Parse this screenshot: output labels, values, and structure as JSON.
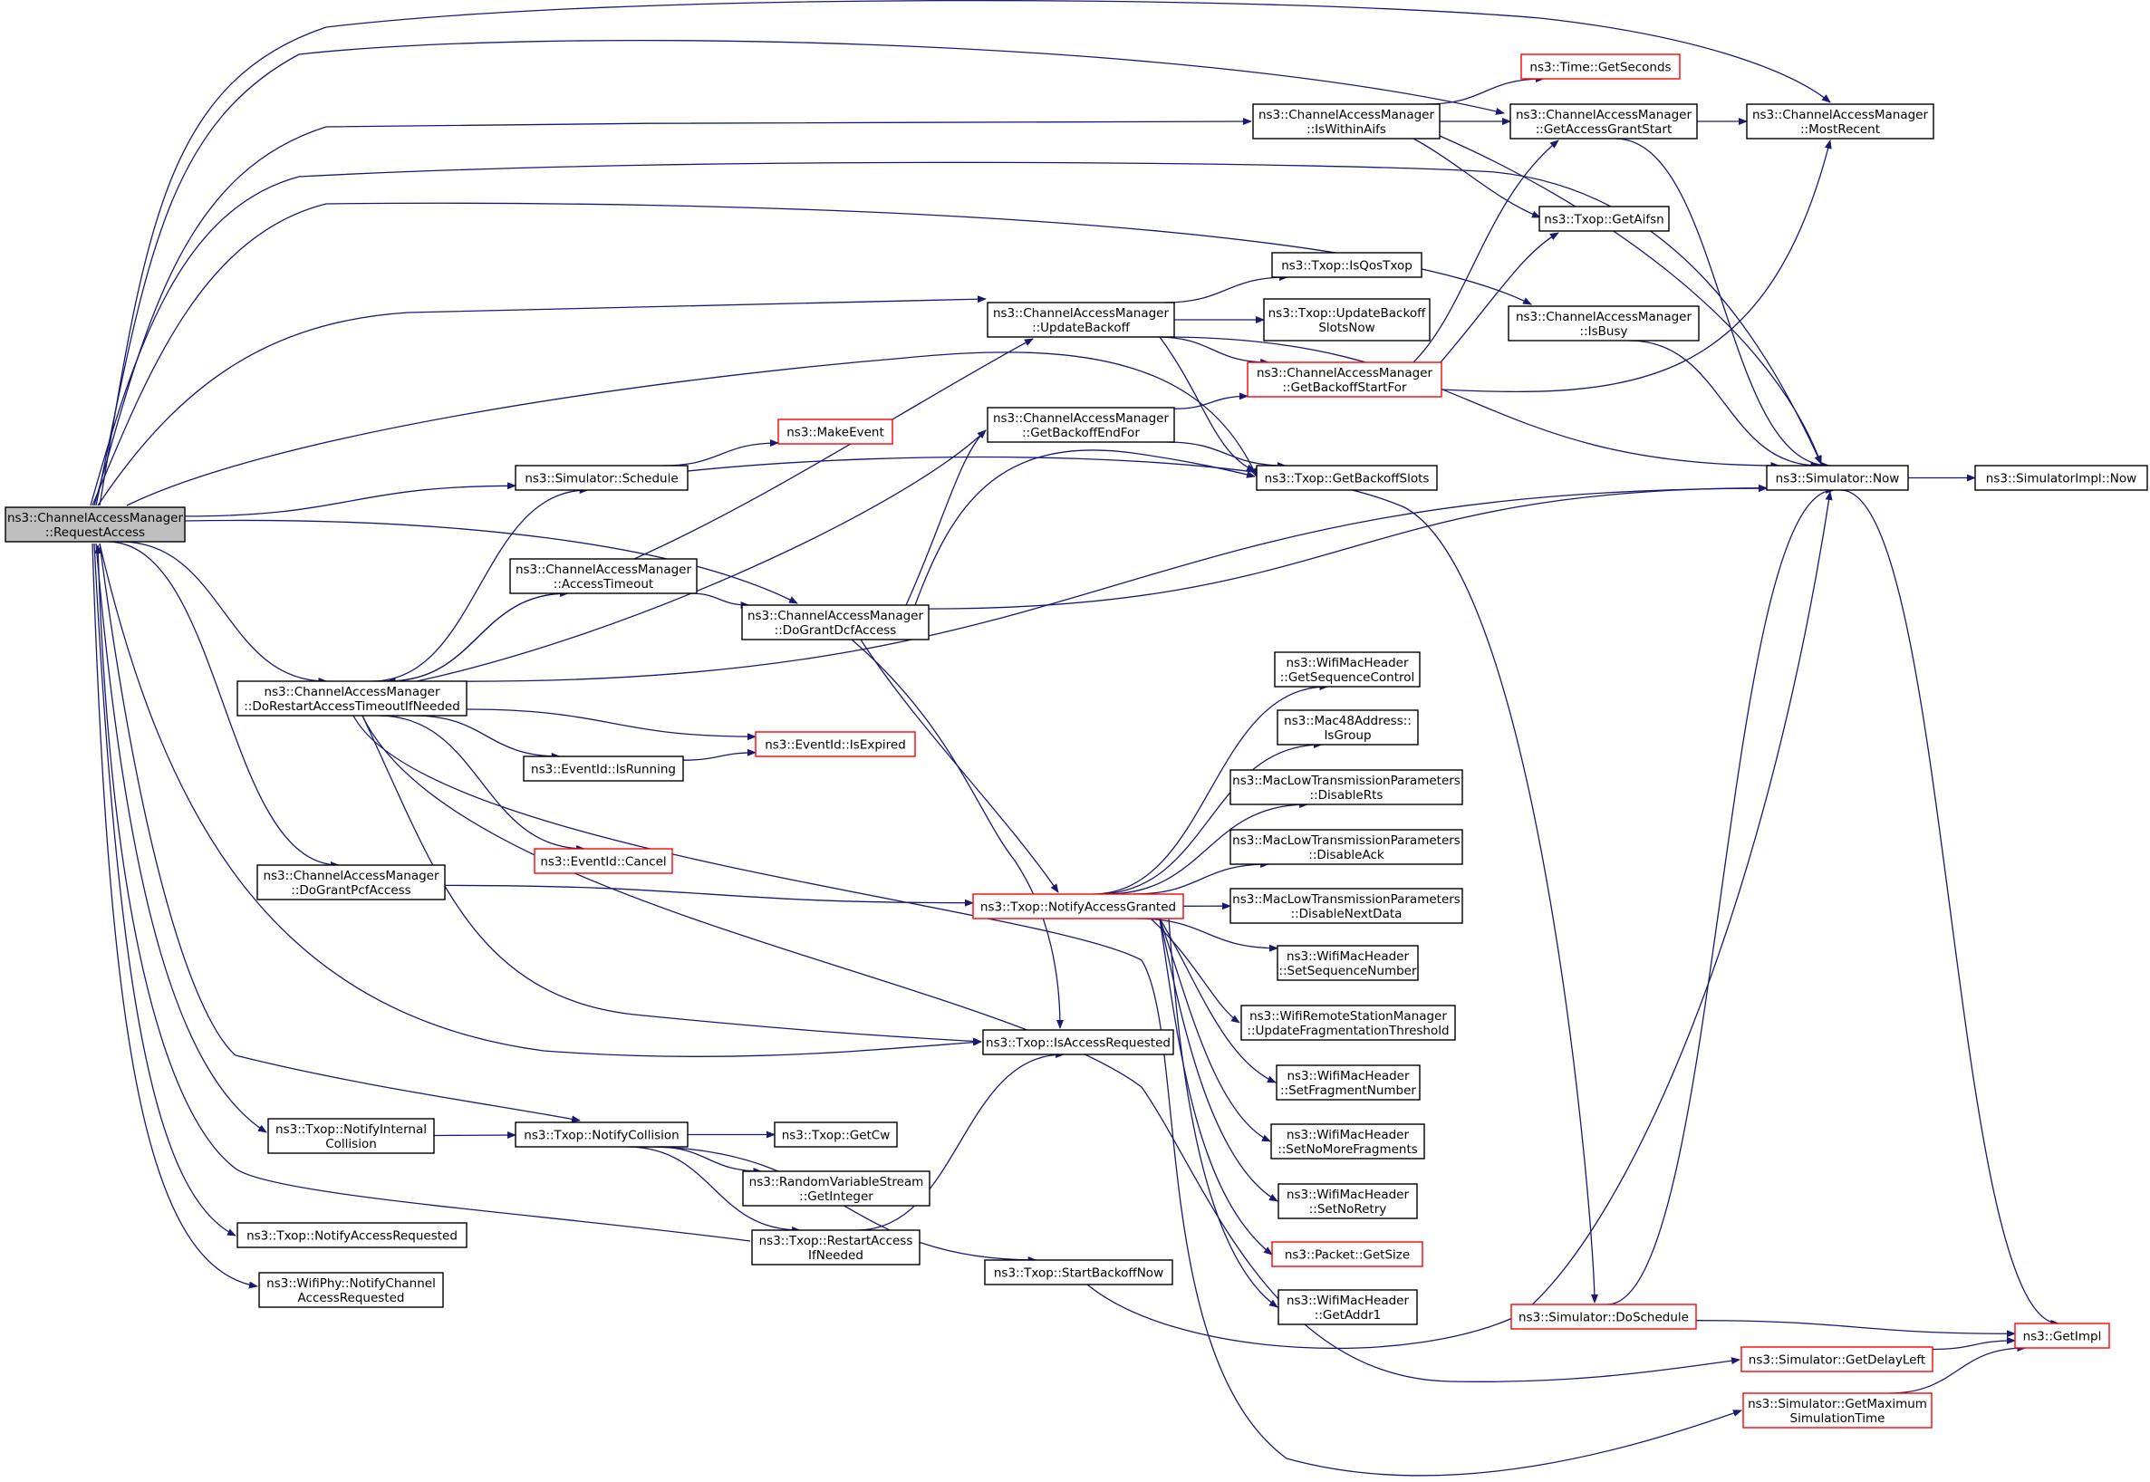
{
  "colors": {
    "edge": "#191970",
    "node_border_normal": "#000000",
    "node_border_truncated": "#ff0000",
    "node_fill_root": "#bfbfbf",
    "node_fill": "#ffffff"
  },
  "nodes": [
    {
      "id": "request_access",
      "lines": [
        "ns3::ChannelAccessManager",
        "::RequestAccess"
      ],
      "style": "root"
    },
    {
      "id": "is_within_aifs",
      "lines": [
        "ns3::ChannelAccessManager",
        "::IsWithinAifs"
      ],
      "style": "normal"
    },
    {
      "id": "time_getseconds",
      "lines": [
        "ns3::Time::GetSeconds"
      ],
      "style": "truncated"
    },
    {
      "id": "get_access_grant_start",
      "lines": [
        "ns3::ChannelAccessManager",
        "::GetAccessGrantStart"
      ],
      "style": "normal"
    },
    {
      "id": "most_recent",
      "lines": [
        "ns3::ChannelAccessManager",
        "::MostRecent"
      ],
      "style": "normal"
    },
    {
      "id": "txop_getaifsn",
      "lines": [
        "ns3::Txop::GetAifsn"
      ],
      "style": "normal"
    },
    {
      "id": "txop_isqostxop",
      "lines": [
        "ns3::Txop::IsQosTxop"
      ],
      "style": "normal"
    },
    {
      "id": "update_backoff",
      "lines": [
        "ns3::ChannelAccessManager",
        "::UpdateBackoff"
      ],
      "style": "normal"
    },
    {
      "id": "txop_update_backoff_slots_now",
      "lines": [
        "ns3::Txop::UpdateBackoff",
        "SlotsNow"
      ],
      "style": "normal"
    },
    {
      "id": "is_busy",
      "lines": [
        "ns3::ChannelAccessManager",
        "::IsBusy"
      ],
      "style": "normal"
    },
    {
      "id": "get_backoff_start_for",
      "lines": [
        "ns3::ChannelAccessManager",
        "::GetBackoffStartFor"
      ],
      "style": "truncated"
    },
    {
      "id": "get_backoff_end_for",
      "lines": [
        "ns3::ChannelAccessManager",
        "::GetBackoffEndFor"
      ],
      "style": "normal"
    },
    {
      "id": "make_event",
      "lines": [
        "ns3::MakeEvent"
      ],
      "style": "truncated"
    },
    {
      "id": "simulator_schedule",
      "lines": [
        "ns3::Simulator::Schedule"
      ],
      "style": "normal"
    },
    {
      "id": "txop_get_backoff_slots",
      "lines": [
        "ns3::Txop::GetBackoffSlots"
      ],
      "style": "normal"
    },
    {
      "id": "simulator_now",
      "lines": [
        "ns3::Simulator::Now"
      ],
      "style": "normal"
    },
    {
      "id": "simulatorimpl_now",
      "lines": [
        "ns3::SimulatorImpl::Now"
      ],
      "style": "normal"
    },
    {
      "id": "access_timeout",
      "lines": [
        "ns3::ChannelAccessManager",
        "::AccessTimeout"
      ],
      "style": "normal"
    },
    {
      "id": "do_grant_dcf_access",
      "lines": [
        "ns3::ChannelAccessManager",
        "::DoGrantDcfAccess"
      ],
      "style": "normal"
    },
    {
      "id": "do_restart_access_timeout",
      "lines": [
        "ns3::ChannelAccessManager",
        "::DoRestartAccessTimeoutIfNeeded"
      ],
      "style": "normal"
    },
    {
      "id": "wifimacheader_get_sequence_control",
      "lines": [
        "ns3::WifiMacHeader",
        "::GetSequenceControl"
      ],
      "style": "normal"
    },
    {
      "id": "mac48_is_group",
      "lines": [
        "ns3::Mac48Address::",
        "IsGroup"
      ],
      "style": "normal"
    },
    {
      "id": "eventid_isexpired",
      "lines": [
        "ns3::EventId::IsExpired"
      ],
      "style": "truncated"
    },
    {
      "id": "eventid_isrunning",
      "lines": [
        "ns3::EventId::IsRunning"
      ],
      "style": "normal"
    },
    {
      "id": "maclow_disable_rts",
      "lines": [
        "ns3::MacLowTransmissionParameters",
        "::DisableRts"
      ],
      "style": "normal"
    },
    {
      "id": "eventid_cancel",
      "lines": [
        "ns3::EventId::Cancel"
      ],
      "style": "truncated"
    },
    {
      "id": "maclow_disable_ack",
      "lines": [
        "ns3::MacLowTransmissionParameters",
        "::DisableAck"
      ],
      "style": "normal"
    },
    {
      "id": "do_grant_pcf_access",
      "lines": [
        "ns3::ChannelAccessManager",
        "::DoGrantPcfAccess"
      ],
      "style": "normal"
    },
    {
      "id": "txop_notify_access_granted",
      "lines": [
        "ns3::Txop::NotifyAccessGranted"
      ],
      "style": "truncated"
    },
    {
      "id": "maclow_disable_next_data",
      "lines": [
        "ns3::MacLowTransmissionParameters",
        "::DisableNextData"
      ],
      "style": "normal"
    },
    {
      "id": "wifimacheader_set_sequence_number",
      "lines": [
        "ns3::WifiMacHeader",
        "::SetSequenceNumber"
      ],
      "style": "normal"
    },
    {
      "id": "wifiremote_update_frag",
      "lines": [
        "ns3::WifiRemoteStationManager",
        "::UpdateFragmentationThreshold"
      ],
      "style": "normal"
    },
    {
      "id": "txop_is_access_requested",
      "lines": [
        "ns3::Txop::IsAccessRequested"
      ],
      "style": "normal"
    },
    {
      "id": "wifimacheader_set_fragment_number",
      "lines": [
        "ns3::WifiMacHeader",
        "::SetFragmentNumber"
      ],
      "style": "normal"
    },
    {
      "id": "txop_notify_internal_collision",
      "lines": [
        "ns3::Txop::NotifyInternal",
        "Collision"
      ],
      "style": "normal"
    },
    {
      "id": "txop_notify_collision",
      "lines": [
        "ns3::Txop::NotifyCollision"
      ],
      "style": "normal"
    },
    {
      "id": "txop_getcw",
      "lines": [
        "ns3::Txop::GetCw"
      ],
      "style": "normal"
    },
    {
      "id": "wifimacheader_set_no_more_fragments",
      "lines": [
        "ns3::WifiMacHeader",
        "::SetNoMoreFragments"
      ],
      "style": "normal"
    },
    {
      "id": "random_get_integer",
      "lines": [
        "ns3::RandomVariableStream",
        "::GetInteger"
      ],
      "style": "normal"
    },
    {
      "id": "wifimacheader_set_no_retry",
      "lines": [
        "ns3::WifiMacHeader",
        "::SetNoRetry"
      ],
      "style": "normal"
    },
    {
      "id": "txop_notify_access_requested",
      "lines": [
        "ns3::Txop::NotifyAccessRequested"
      ],
      "style": "normal"
    },
    {
      "id": "txop_restart_access",
      "lines": [
        "ns3::Txop::RestartAccess",
        "IfNeeded"
      ],
      "style": "normal"
    },
    {
      "id": "packet_getsize",
      "lines": [
        "ns3::Packet::GetSize"
      ],
      "style": "truncated"
    },
    {
      "id": "txop_start_backoff_now",
      "lines": [
        "ns3::Txop::StartBackoffNow"
      ],
      "style": "normal"
    },
    {
      "id": "wifiphy_notify_channel",
      "lines": [
        "ns3::WifiPhy::NotifyChannel",
        "AccessRequested"
      ],
      "style": "normal"
    },
    {
      "id": "wifimacheader_getaddr1",
      "lines": [
        "ns3::WifiMacHeader",
        "::GetAddr1"
      ],
      "style": "normal"
    },
    {
      "id": "simulator_doschedule",
      "lines": [
        "ns3::Simulator::DoSchedule"
      ],
      "style": "truncated"
    },
    {
      "id": "getimpl",
      "lines": [
        "ns3::GetImpl"
      ],
      "style": "truncated"
    },
    {
      "id": "simulator_getdelayleft",
      "lines": [
        "ns3::Simulator::GetDelayLeft"
      ],
      "style": "truncated"
    },
    {
      "id": "simulator_get_max_sim_time",
      "lines": [
        "ns3::Simulator::GetMaximum",
        "SimulationTime"
      ],
      "style": "truncated"
    }
  ],
  "edges": [
    [
      "request_access",
      "is_within_aifs"
    ],
    [
      "request_access",
      "get_access_grant_start"
    ],
    [
      "request_access",
      "most_recent"
    ],
    [
      "request_access",
      "update_backoff"
    ],
    [
      "request_access",
      "is_busy"
    ],
    [
      "request_access",
      "simulator_schedule"
    ],
    [
      "request_access",
      "txop_get_backoff_slots"
    ],
    [
      "request_access",
      "do_grant_dcf_access"
    ],
    [
      "request_access",
      "do_restart_access_timeout"
    ],
    [
      "request_access",
      "do_grant_pcf_access"
    ],
    [
      "request_access",
      "txop_is_access_requested"
    ],
    [
      "request_access",
      "txop_notify_collision"
    ],
    [
      "request_access",
      "txop_notify_internal_collision"
    ],
    [
      "request_access",
      "txop_notify_access_requested"
    ],
    [
      "request_access",
      "wifiphy_notify_channel"
    ],
    [
      "request_access",
      "simulator_now"
    ],
    [
      "is_within_aifs",
      "time_getseconds"
    ],
    [
      "is_within_aifs",
      "get_access_grant_start"
    ],
    [
      "is_within_aifs",
      "txop_getaifsn"
    ],
    [
      "is_within_aifs",
      "simulator_now"
    ],
    [
      "get_access_grant_start",
      "most_recent"
    ],
    [
      "get_access_grant_start",
      "simulator_now"
    ],
    [
      "update_backoff",
      "txop_isqostxop"
    ],
    [
      "update_backoff",
      "txop_update_backoff_slots_now"
    ],
    [
      "update_backoff",
      "get_backoff_start_for"
    ],
    [
      "update_backoff",
      "txop_get_backoff_slots"
    ],
    [
      "update_backoff",
      "simulator_now"
    ],
    [
      "get_backoff_start_for",
      "get_access_grant_start"
    ],
    [
      "get_backoff_start_for",
      "txop_getaifsn"
    ],
    [
      "get_backoff_start_for",
      "most_recent"
    ],
    [
      "is_busy",
      "simulator_now"
    ],
    [
      "get_backoff_end_for",
      "get_backoff_start_for"
    ],
    [
      "get_backoff_end_for",
      "txop_get_backoff_slots"
    ],
    [
      "simulator_schedule",
      "make_event"
    ],
    [
      "simulator_schedule",
      "simulator_doschedule"
    ],
    [
      "simulator_now",
      "simulatorimpl_now"
    ],
    [
      "simulator_now",
      "getimpl"
    ],
    [
      "access_timeout",
      "update_backoff"
    ],
    [
      "access_timeout",
      "do_grant_dcf_access"
    ],
    [
      "access_timeout",
      "do_restart_access_timeout"
    ],
    [
      "do_grant_dcf_access",
      "get_backoff_end_for"
    ],
    [
      "do_grant_dcf_access",
      "txop_get_backoff_slots"
    ],
    [
      "do_grant_dcf_access",
      "simulator_now"
    ],
    [
      "do_grant_dcf_access",
      "txop_notify_access_granted"
    ],
    [
      "do_grant_dcf_access",
      "txop_is_access_requested"
    ],
    [
      "do_restart_access_timeout",
      "simulator_schedule"
    ],
    [
      "do_restart_access_timeout",
      "access_timeout"
    ],
    [
      "do_restart_access_timeout",
      "get_backoff_end_for"
    ],
    [
      "do_restart_access_timeout",
      "simulator_now"
    ],
    [
      "do_restart_access_timeout",
      "eventid_isexpired"
    ],
    [
      "do_restart_access_timeout",
      "eventid_isrunning"
    ],
    [
      "do_restart_access_timeout",
      "eventid_cancel"
    ],
    [
      "do_restart_access_timeout",
      "txop_is_access_requested"
    ],
    [
      "do_restart_access_timeout",
      "simulator_getdelayleft"
    ],
    [
      "do_restart_access_timeout",
      "simulator_get_max_sim_time"
    ],
    [
      "eventid_isrunning",
      "eventid_isexpired"
    ],
    [
      "do_grant_pcf_access",
      "txop_notify_access_granted"
    ],
    [
      "txop_notify_access_granted",
      "wifimacheader_get_sequence_control"
    ],
    [
      "txop_notify_access_granted",
      "mac48_is_group"
    ],
    [
      "txop_notify_access_granted",
      "maclow_disable_rts"
    ],
    [
      "txop_notify_access_granted",
      "maclow_disable_ack"
    ],
    [
      "txop_notify_access_granted",
      "maclow_disable_next_data"
    ],
    [
      "txop_notify_access_granted",
      "wifimacheader_set_sequence_number"
    ],
    [
      "txop_notify_access_granted",
      "wifiremote_update_frag"
    ],
    [
      "txop_notify_access_granted",
      "wifimacheader_set_fragment_number"
    ],
    [
      "txop_notify_access_granted",
      "wifimacheader_set_no_more_fragments"
    ],
    [
      "txop_notify_access_granted",
      "wifimacheader_set_no_retry"
    ],
    [
      "txop_notify_access_granted",
      "packet_getsize"
    ],
    [
      "txop_notify_access_granted",
      "wifimacheader_getaddr1"
    ],
    [
      "txop_notify_internal_collision",
      "txop_notify_collision"
    ],
    [
      "txop_notify_collision",
      "txop_getcw"
    ],
    [
      "txop_notify_collision",
      "random_get_integer"
    ],
    [
      "txop_notify_collision",
      "txop_restart_access"
    ],
    [
      "txop_notify_collision",
      "txop_start_backoff_now"
    ],
    [
      "txop_restart_access",
      "request_access"
    ],
    [
      "txop_restart_access",
      "txop_is_access_requested"
    ],
    [
      "txop_start_backoff_now",
      "simulator_now"
    ],
    [
      "simulator_doschedule",
      "simulator_now"
    ],
    [
      "simulator_doschedule",
      "getimpl"
    ],
    [
      "simulator_getdelayleft",
      "getimpl"
    ],
    [
      "simulator_get_max_sim_time",
      "getimpl"
    ]
  ]
}
